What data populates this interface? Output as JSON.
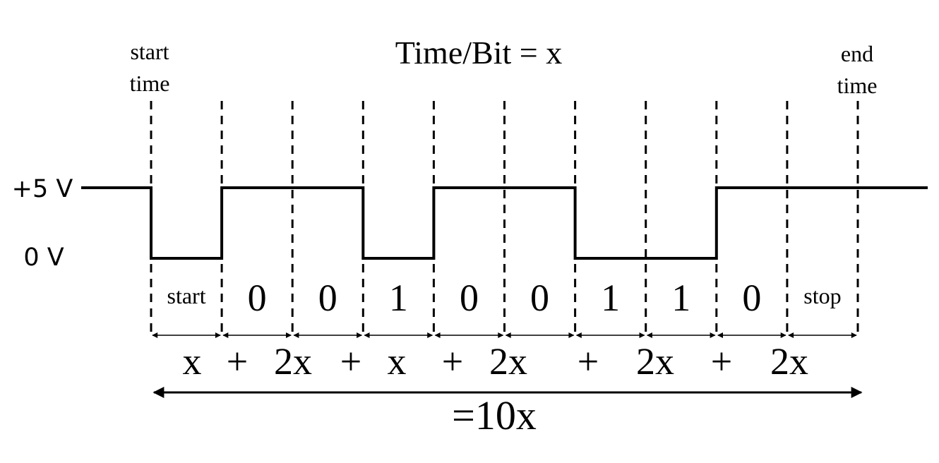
{
  "title": "Time/Bit = x",
  "start_time": {
    "line1": "start",
    "line2": "time"
  },
  "end_time": {
    "line1": "end",
    "line2": "time"
  },
  "voltage": {
    "high": "+5 V",
    "low": "0 V"
  },
  "bits": [
    "start",
    "0",
    "0",
    "1",
    "0",
    "0",
    "1",
    "1",
    "0",
    "stop"
  ],
  "levels": [
    "low",
    "high",
    "high",
    "low",
    "high",
    "high",
    "low",
    "low",
    "high",
    "high"
  ],
  "segment_labels": [
    "x",
    "+",
    "2x",
    "+",
    "x",
    "+",
    "2x",
    "+",
    "2x",
    "+",
    "2x"
  ],
  "total": "=10x"
}
